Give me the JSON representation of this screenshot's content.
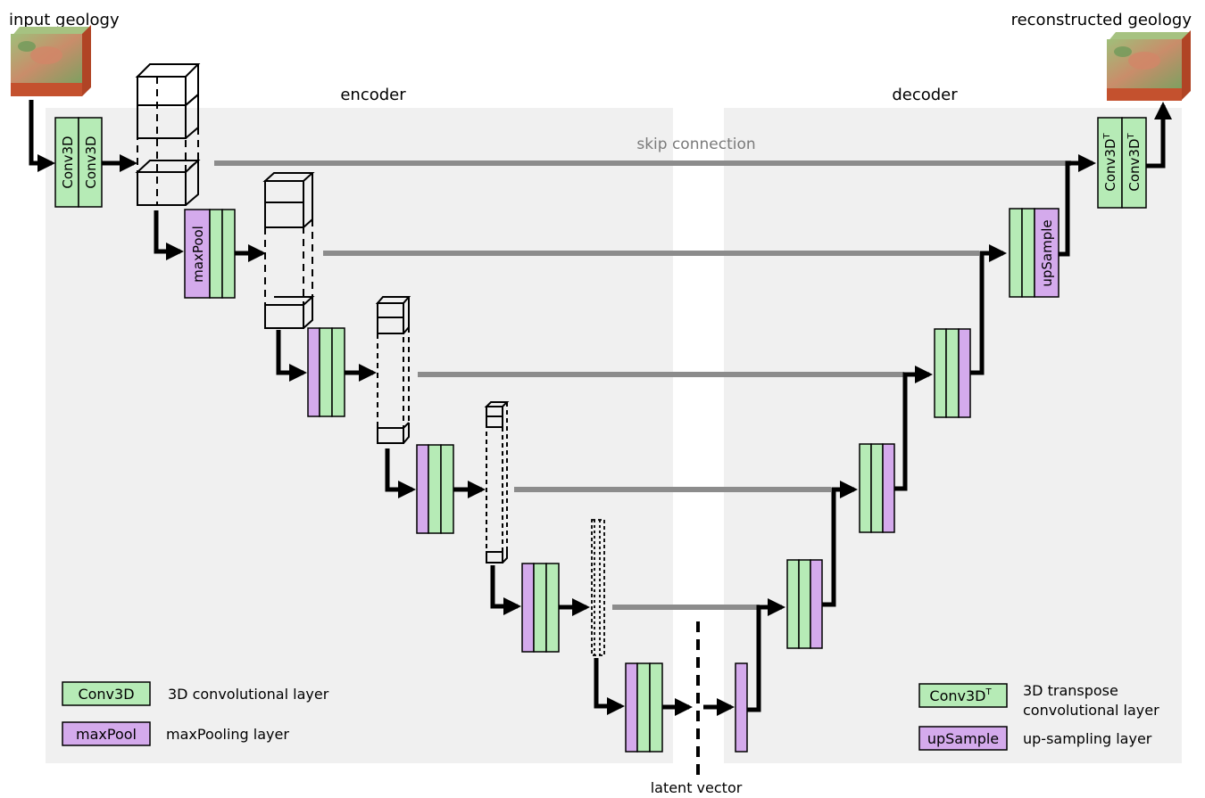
{
  "labels": {
    "input_geology": "input geology",
    "reconstructed_geology": "reconstructed geology",
    "encoder": "encoder",
    "decoder": "decoder",
    "skip_connection": "skip connection",
    "latent_vector": "latent vector"
  },
  "blocks": {
    "conv3d": "Conv3D",
    "maxpool": "maxPool",
    "conv3dt": "Conv3D",
    "conv3dt_sup": "T",
    "upsample": "upSample"
  },
  "legend": {
    "conv3d": {
      "swatch": "Conv3D",
      "text": "3D convolutional layer"
    },
    "maxpool": {
      "swatch": "maxPool",
      "text": "maxPooling layer"
    },
    "conv3dt": {
      "swatch": "Conv3D",
      "sup": "T",
      "text_line1": "3D transpose",
      "text_line2": "convolutional layer"
    },
    "upsample": {
      "swatch": "upSample",
      "text": "up-sampling layer"
    }
  },
  "colors": {
    "conv_green": "#b6ebb6",
    "pool_purple": "#d4aaec",
    "panel_gray": "#f0f0f0",
    "skip_gray": "#8c8c8c",
    "geology_surface": "#8faa6a",
    "geology_side": "#c4512e"
  }
}
